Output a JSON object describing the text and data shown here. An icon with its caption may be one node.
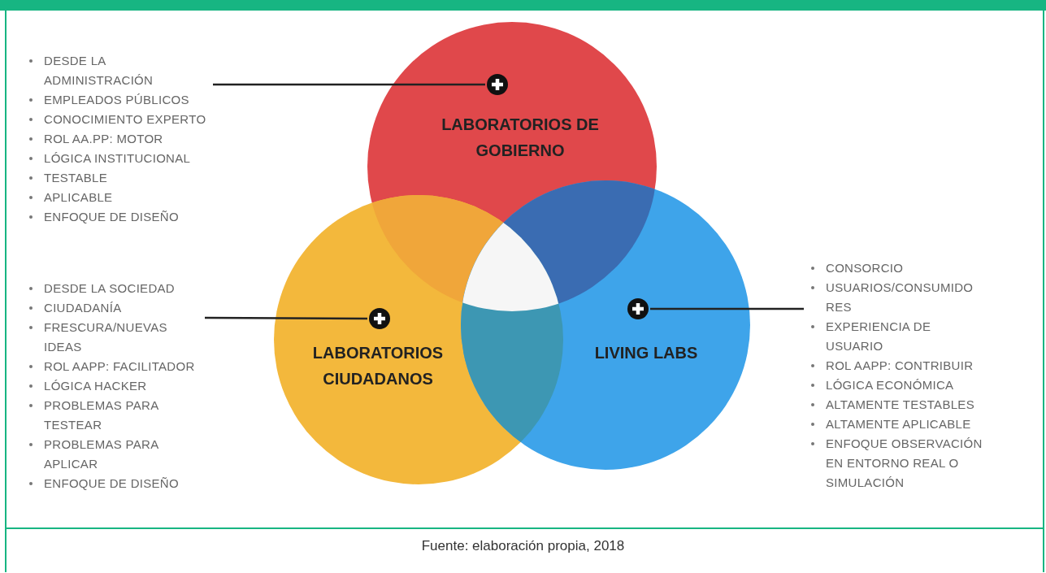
{
  "diagram": {
    "caption": "Fuente: elaboración propia, 2018",
    "nodes": [
      {
        "text": [
          "DESDE LA ADMINISTRACIÓN",
          "EMPLEADOS PÚBLICOS",
          "CONOCIMIENTO EXPERTO",
          "ROL AA.PP: MOTOR",
          "LÓGICA INSTITUCIONAL",
          "TESTABLE",
          "APLICABLE",
          "ENFOQUE DE DISEÑO"
        ]
      },
      {
        "text": [
          "LABORATORIOS DE GOBIERNO"
        ]
      },
      {
        "text": [
          "DESDE LA SOCIEDAD",
          "CIUDADANÍA",
          "FRESCURA/NUEVAS IDEAS",
          "ROL AAPP: FACILITADOR",
          "LÓGICA HACKER",
          "PROBLEMAS PARA TESTEAR",
          "PROBLEMAS PARA APLICAR",
          "ENFOQUE DE DISEÑO"
        ]
      },
      {
        "text": [
          "LABORATORIOS CIUDADANOS"
        ]
      },
      {
        "text": [
          "LIVING LABS"
        ]
      },
      {
        "text": [
          "CONSORCIO",
          "USUARIOS/CONSUMIDO RES",
          "EXPERIENCIA DE USUARIO",
          "ROL AAPP: CONTRIBUIR",
          "LÓGICA ECONÓMICA",
          "ALTAMENTE TESTABLES",
          "ALTAMENTE APLICABLE",
          "ENFOQUE OBSERVACIÓN EN ENTORNO REAL O SIMULACIÓN"
        ]
      }
    ],
    "edges": [
      {
        "from": 0,
        "to": 1,
        "arrow": "none"
      },
      {
        "from": 2,
        "to": 3,
        "arrow": "none"
      },
      {
        "from": 5,
        "to": 4,
        "arrow": "none"
      }
    ]
  }
}
